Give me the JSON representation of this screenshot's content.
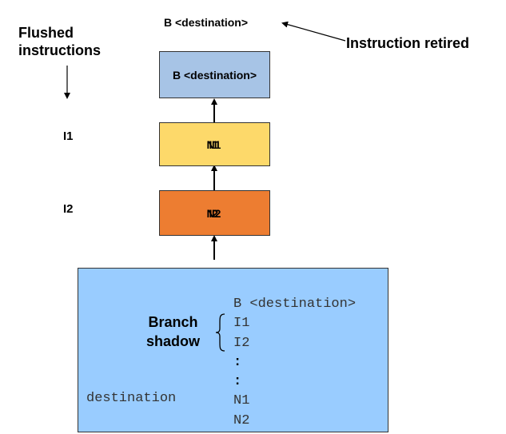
{
  "header": {
    "left_label_line1": "Flushed",
    "left_label_line2": "instructions",
    "top_instruction": "B <destination>",
    "retired_label": "Instruction retired"
  },
  "pipeline": {
    "stage_top": {
      "label": "B <destination>",
      "color": "#a7c4e6"
    },
    "stage_mid": {
      "label_back": "N1",
      "label_front": "I1",
      "side_label": "I1",
      "color": "#fdd96a"
    },
    "stage_low": {
      "label_back": "N2",
      "label_front": "I2",
      "side_label": "I2",
      "color": "#ed7d31"
    }
  },
  "code_box": {
    "color": "#99ccff",
    "branch_label_line1": "Branch",
    "branch_label_line2": "shadow",
    "dest_label": "destination",
    "lines": [
      "B <destination>",
      "I1",
      "I2",
      ":",
      ":",
      "N1",
      "N2"
    ]
  }
}
